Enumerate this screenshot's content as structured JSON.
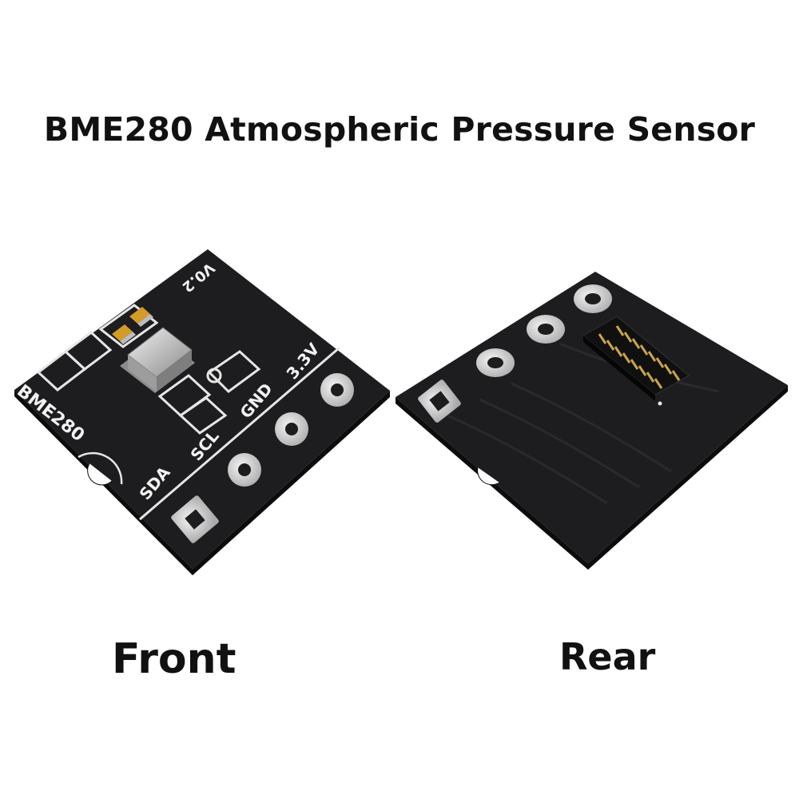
{
  "title": "BME280 Atmospheric Pressure Sensor",
  "captions": {
    "front": "Front",
    "rear": "Rear"
  },
  "silkscreen": {
    "board_name": "BME280",
    "version": "V0.2",
    "pins": [
      "SDA",
      "SCL",
      "GND",
      "3.3V"
    ]
  },
  "colors": {
    "pcb": "#1d1d1f",
    "pad": "#c9c9c9",
    "silk": "#f2f2f2",
    "gold": "#c9a44c"
  }
}
